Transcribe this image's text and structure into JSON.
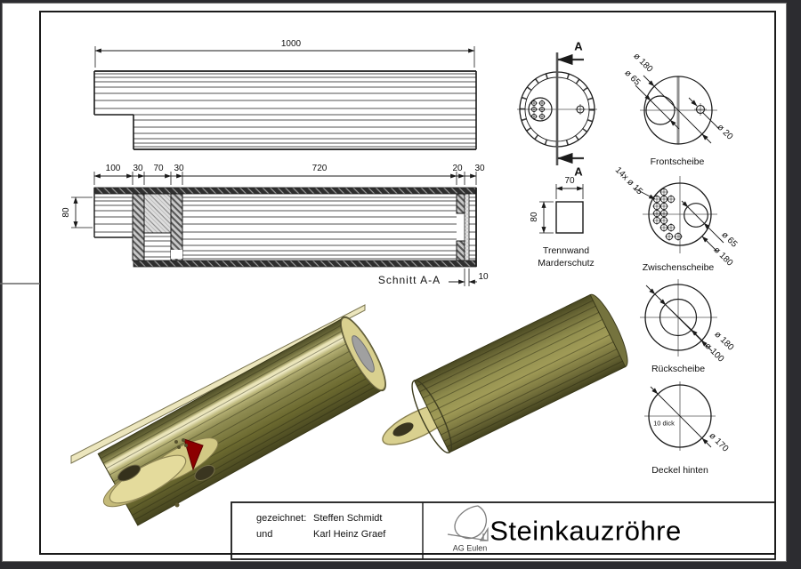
{
  "side_view": {
    "dim_length": "1000"
  },
  "section_view": {
    "dims_top": [
      "100",
      "30",
      "70",
      "30",
      "720",
      "20",
      "30"
    ],
    "dim_height": "80",
    "dim_lid": "10",
    "label": "Schnitt  A-A"
  },
  "front_view": {
    "a_top": "A",
    "a_bottom": "A"
  },
  "trennwand": {
    "dim_width": "70",
    "dim_height": "80",
    "line1": "Trennwand",
    "line2": "Marderschutz"
  },
  "discs": {
    "front": {
      "label": "Frontscheibe",
      "d180": "ø 180",
      "d65": "ø 65",
      "d20": "ø 20"
    },
    "middle": {
      "label": "Zwischenscheibe",
      "holes": "14x  ø 15",
      "d65": "ø 65",
      "d180": "ø 180"
    },
    "back": {
      "label": "Rückscheibe",
      "d180": "ø 180",
      "d100": "ø 100"
    },
    "lid": {
      "label": "Deckel hinten",
      "thick": "10 dick",
      "d170": "ø 170"
    }
  },
  "titleblock": {
    "drawn_label": "gezeichnet:",
    "name1": "Steffen Schmidt",
    "and_label": "und",
    "name2": "Karl Heinz Graef",
    "logo": "AG Eulen",
    "title": "Steinkauzröhre"
  },
  "colors": {
    "wood_olive": "#8f8c52",
    "wood_cream": "#ded593",
    "cut_red": "#8c0000",
    "line": "#1a1a1a"
  }
}
